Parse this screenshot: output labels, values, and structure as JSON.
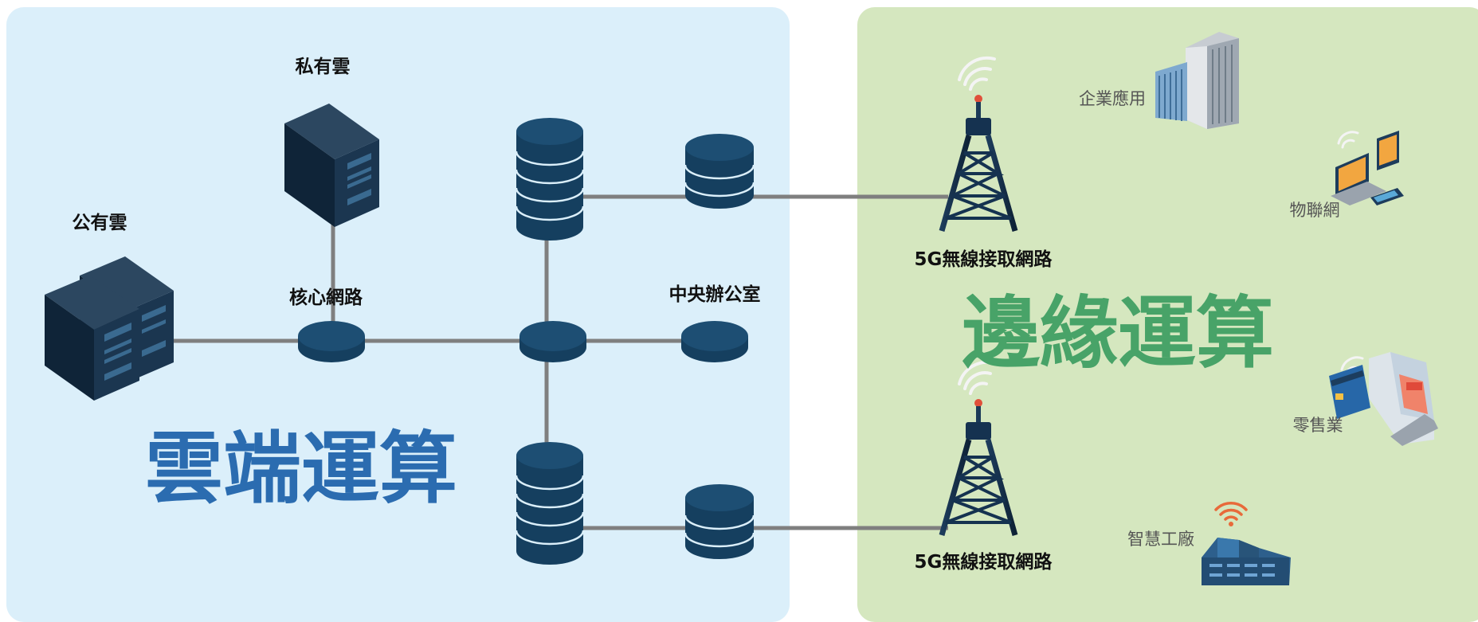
{
  "cloud": {
    "title": "雲端運算",
    "private_cloud": "私有雲",
    "public_cloud": "公有雲",
    "core_network": "核心網路",
    "central_office": "中央辦公室"
  },
  "edge": {
    "title": "邊緣運算",
    "ran_top": "5G無線接取網路",
    "ran_bottom": "5G無線接取網路",
    "enterprise": "企業應用",
    "iot": "物聯網",
    "retail": "零售業",
    "factory": "智慧工廠"
  },
  "colors": {
    "cloud_bg": "#dbeffa",
    "edge_bg": "#d5e7bf",
    "cloud_title": "#2b6cb0",
    "edge_title": "#48a368",
    "node_dark": "#153f5f",
    "line": "#7f7f7f"
  }
}
